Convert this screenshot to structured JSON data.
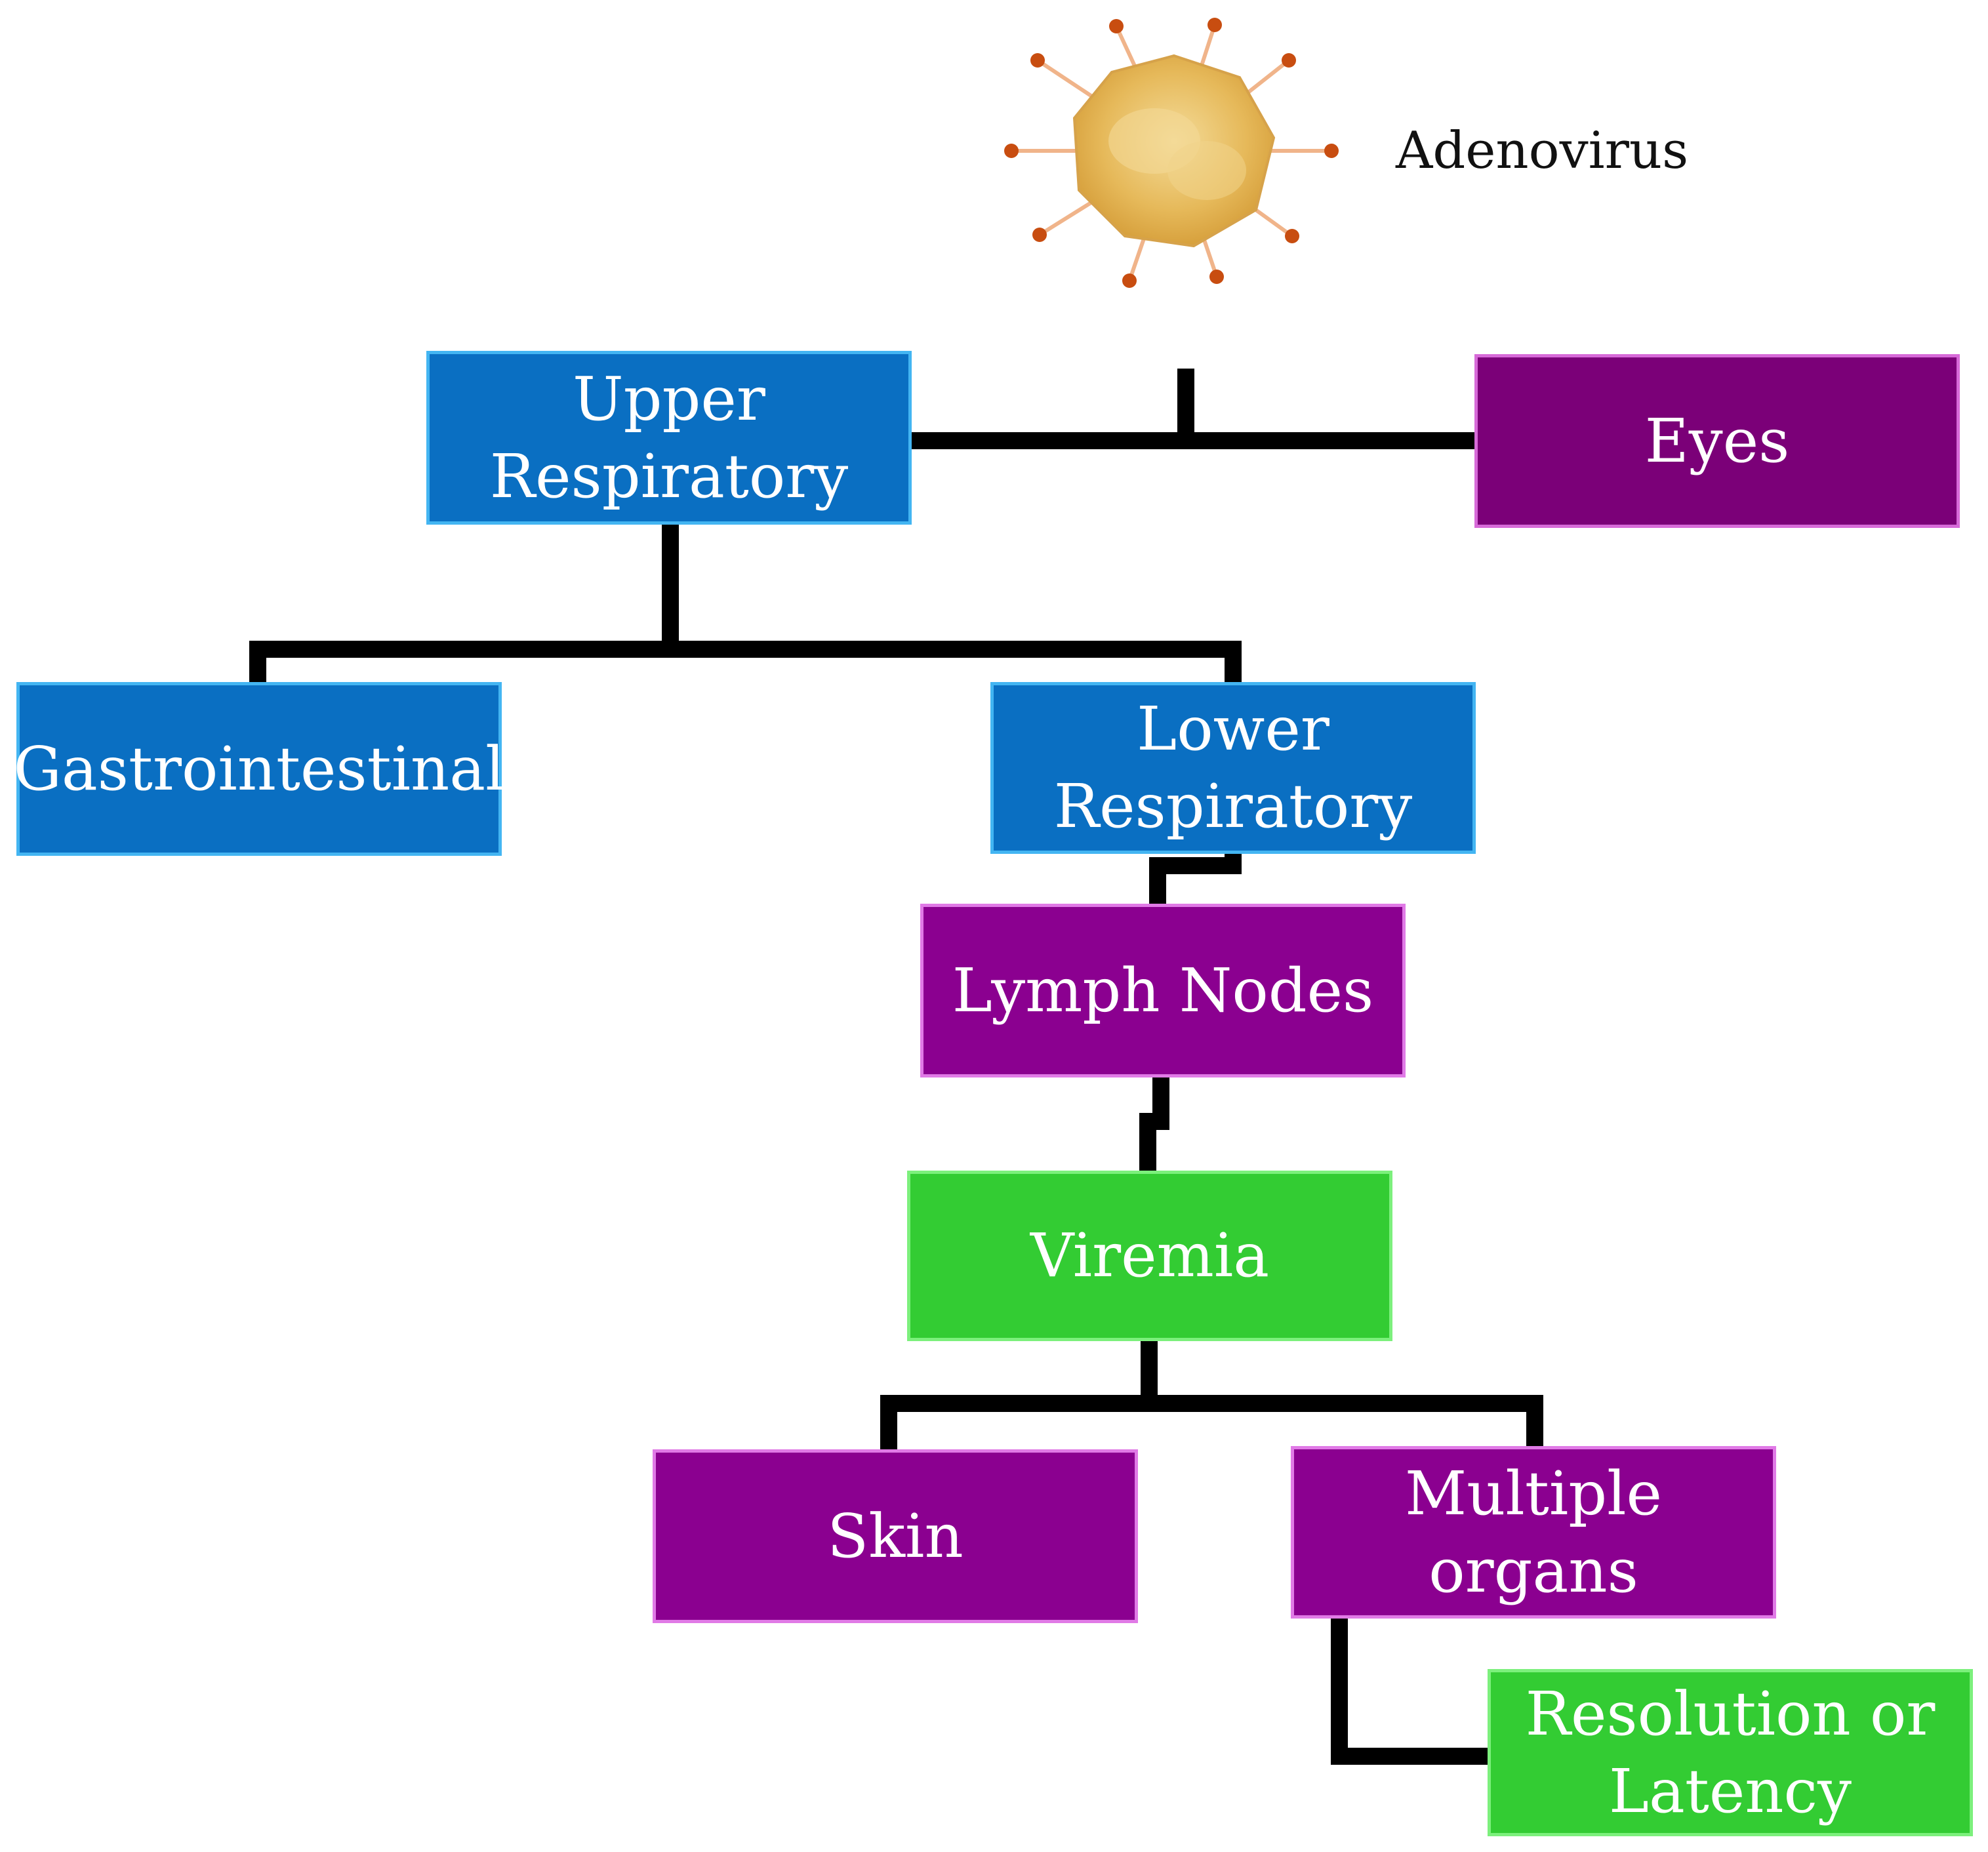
{
  "virus": {
    "label": "Adenovirus",
    "body_color": "#e6b95a",
    "spike_color": "#c84d10"
  },
  "boxes": {
    "upper_respiratory": "Upper\nRespiratory",
    "eyes": "Eyes",
    "gastrointestinal": "Gastrointestinal",
    "lower_respiratory": "Lower\nRespiratory",
    "lymph_nodes": "Lymph Nodes",
    "viremia": "Viremia",
    "skin": "Skin",
    "multiple_organs": "Multiple organs",
    "resolution": "Resolution or\nLatency"
  },
  "colors": {
    "blue": "#0a6fc2",
    "purple": "#8b0090",
    "green": "#33cc33",
    "connector": "#000000"
  }
}
